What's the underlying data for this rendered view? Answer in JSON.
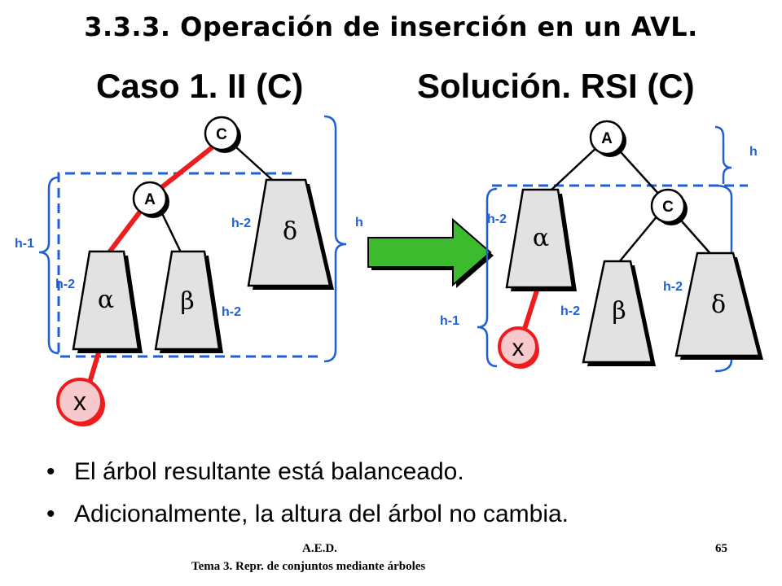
{
  "slide": {
    "title": "3.3.3. Operación de inserción en un AVL.",
    "left_heading": "Caso 1. II (C)",
    "right_heading": "Solución. RSI (C)"
  },
  "left_tree": {
    "node_c": "C",
    "node_a": "A",
    "node_x": "x",
    "sub_alpha": "α",
    "sub_beta": "β",
    "sub_delta": "δ",
    "label_h1": "h-1",
    "label_alpha_h": "h-2",
    "label_beta_h": "h-2",
    "label_delta_h": "h-2",
    "label_h": "h"
  },
  "right_tree": {
    "node_a": "A",
    "node_c": "C",
    "node_x": "x",
    "sub_alpha": "α",
    "sub_beta": "β",
    "sub_delta": "δ",
    "label_h": "h",
    "label_alpha_h": "h-2",
    "label_h1": "h-1",
    "label_beta_h": "h-2",
    "label_delta_h": "h-2"
  },
  "bullets": [
    "El árbol resultante está balanceado.",
    "Adicionalmente, la altura del árbol no cambia."
  ],
  "footer": {
    "course": "A.E.D.",
    "topic": "Tema 3. Repr. de conjuntos mediante árboles",
    "page": "65"
  },
  "colors": {
    "highlight_edge": "#ee1c1c",
    "dashed_box": "#1f5fd6",
    "arrow": "#3dbb2f",
    "subtree_fill": "#e2e2e2",
    "new_node_fill": "#f7c8cc"
  }
}
